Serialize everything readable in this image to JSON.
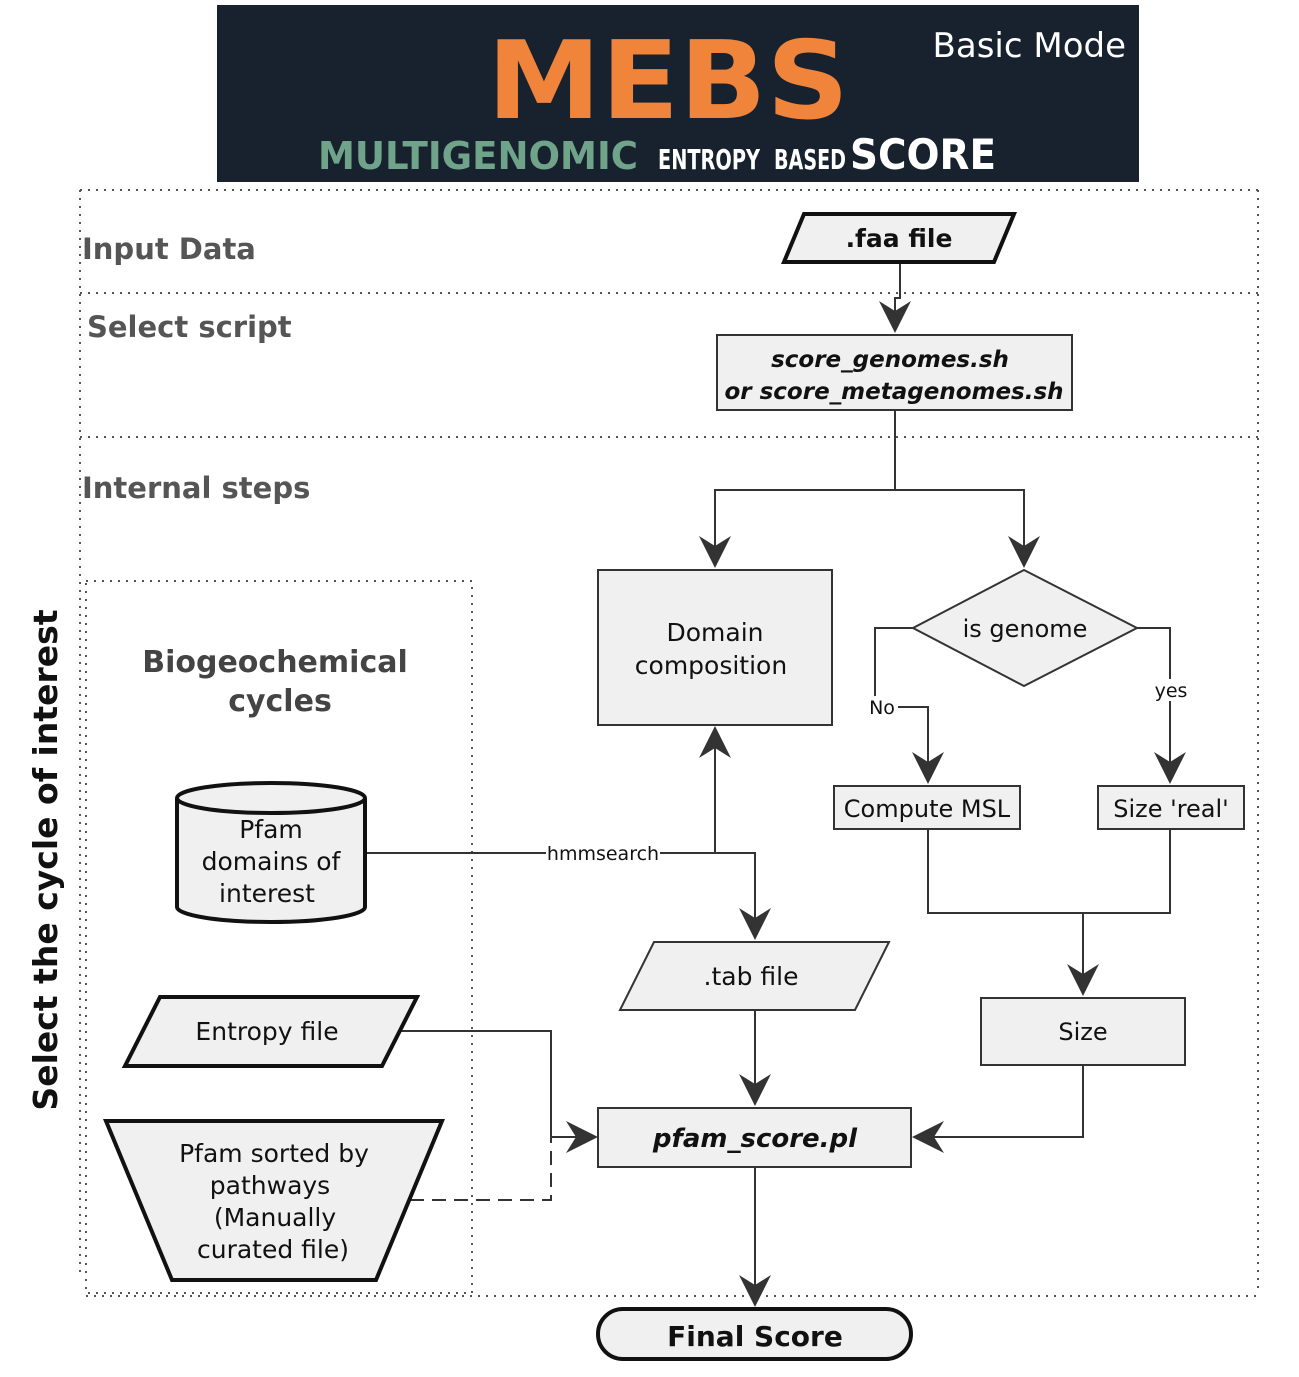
{
  "header": {
    "logo_text": "MEBS",
    "mode_label": "Basic Mode",
    "subtitle_words": [
      "Multigenomic",
      "Entropy",
      "Based",
      "Score"
    ],
    "colors": {
      "background": "#18222f",
      "logo_orange": "#f0843a",
      "subtitle_green": "#6fa48a",
      "mode_text": "#ffffff"
    }
  },
  "sections": {
    "input": "Input Data",
    "select": "Select script",
    "internal": "Internal steps",
    "cycle_side": "Select the cycle of interest",
    "biogeo_line1": "Biogeochemical",
    "biogeo_line2": "cycles"
  },
  "nodes": {
    "faa": ".faa file",
    "script_line1": "score_genomes.sh",
    "script_line2": "or score_metagenomes.sh",
    "domain_line1": "Domain",
    "domain_line2": "composition",
    "decision": "is genome",
    "msl": "Compute MSL",
    "size_real": "Size 'real'",
    "size": "Size",
    "tab": ".tab file",
    "pfam_line1": "Pfam",
    "pfam_line2": "domains of",
    "pfam_line3": "interest",
    "entropy": "Entropy file",
    "sorted_line1": "Pfam sorted by",
    "sorted_line2": "pathways",
    "sorted_line3": "(Manually",
    "sorted_line4": "curated file)",
    "pfam_score": "pfam_score.pl",
    "final": "Final Score"
  },
  "edge_labels": {
    "no": "No",
    "yes": "yes",
    "hmmsearch": "hmmsearch"
  }
}
